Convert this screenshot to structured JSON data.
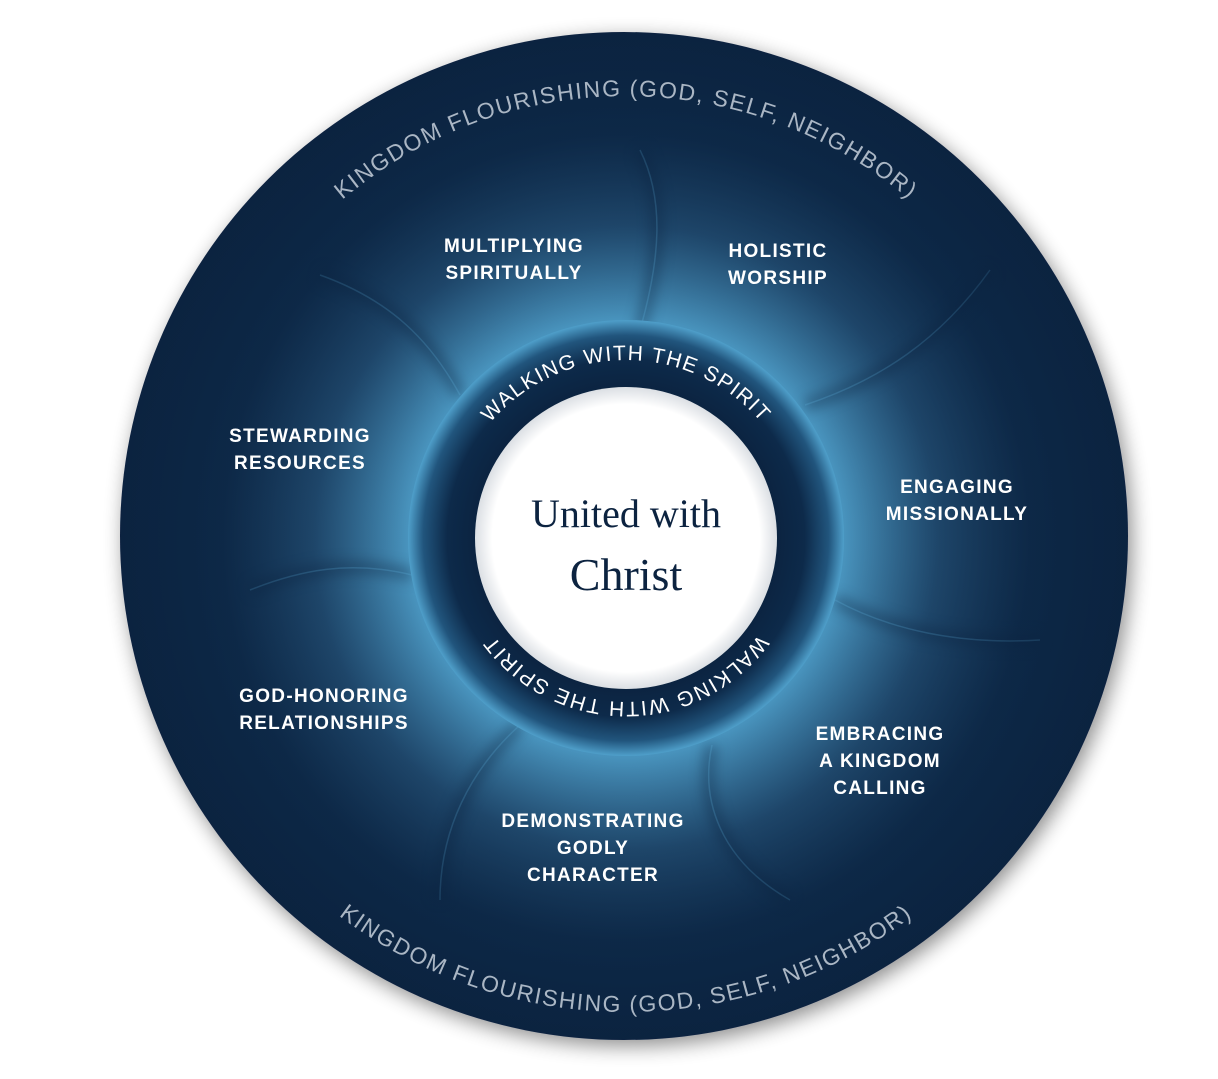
{
  "diagram": {
    "title": "United with Christ",
    "center": {
      "line1": "United with",
      "line2": "Christ"
    },
    "inner_ring": {
      "top_text": "WALKING WITH THE SPIRIT",
      "bottom_text": "WALKING WITH THE SPIRIT"
    },
    "outer_ring": {
      "top_text": "KINGDOM FLOURISHING (GOD, SELF, NEIGHBOR)",
      "bottom_text": "KINGDOM FLOURISHING (GOD, SELF, NEIGHBOR)"
    },
    "petals": [
      {
        "id": "multiplying",
        "lines": [
          "MULTIPLYING",
          "SPIRITUALLY"
        ]
      },
      {
        "id": "worship",
        "lines": [
          "HOLISTIC",
          "WORSHIP"
        ]
      },
      {
        "id": "engaging",
        "lines": [
          "ENGAGING",
          "MISSIONALLY"
        ]
      },
      {
        "id": "calling",
        "lines": [
          "EMBRACING",
          "A KINGDOM",
          "CALLING"
        ]
      },
      {
        "id": "character",
        "lines": [
          "DEMONSTRATING",
          "GODLY",
          "CHARACTER"
        ]
      },
      {
        "id": "relationships",
        "lines": [
          "GOD-HONORING",
          "RELATIONSHIPS"
        ]
      },
      {
        "id": "stewarding",
        "lines": [
          "STEWARDING",
          "RESOURCES"
        ]
      }
    ],
    "colors": {
      "navy": "#0b2340",
      "glow": "#5bb0d8",
      "outer_text": "#aab6c4",
      "center_fill": "#ffffff",
      "center_text": "#0c2340"
    }
  }
}
